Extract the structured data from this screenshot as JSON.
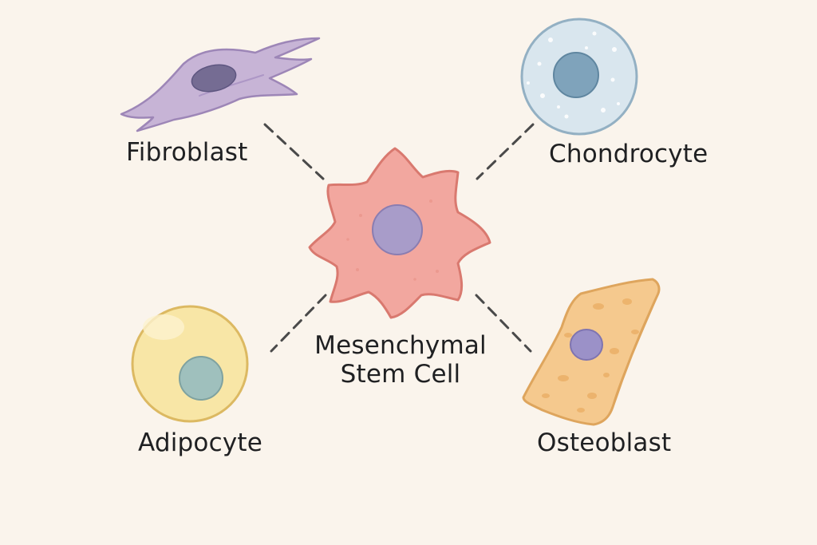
{
  "diagram": {
    "center": {
      "line1": "Mesenchymal",
      "line2": "Stem Cell"
    },
    "nodes": {
      "fibroblast": "Fibroblast",
      "chondrocyte": "Chondrocyte",
      "adipocyte": "Adipocyte",
      "osteoblast": "Osteoblast"
    }
  },
  "colors": {
    "background": "#faf4ec",
    "stem_cell": "#f2a79f",
    "fibroblast": "#c7b4d6",
    "chondrocyte": "#d9e6ee",
    "adipocyte": "#f8e6a6",
    "osteoblast": "#f5c98e",
    "nucleus_purple": "#a89cc9",
    "nucleus_blue": "#8fb0c6",
    "connector": "#4a4a4a"
  }
}
